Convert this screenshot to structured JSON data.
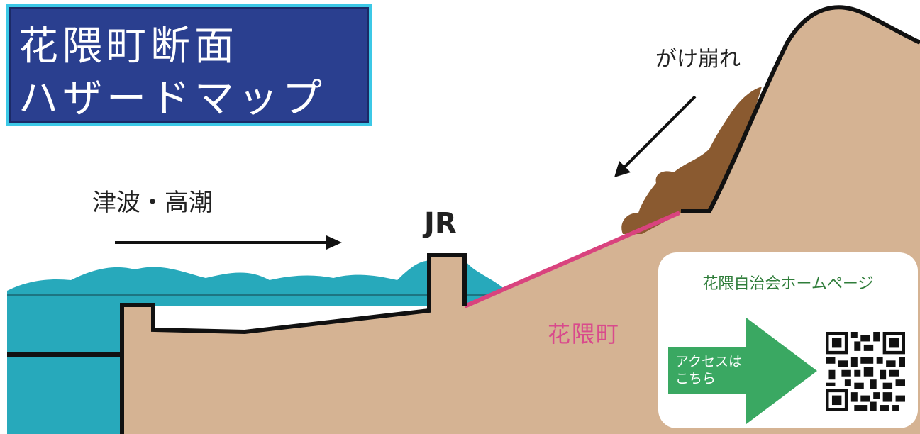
{
  "title": {
    "line1": "花隈町断面",
    "line2": "ハザードマップ"
  },
  "labels": {
    "tsunami": "津波・高潮",
    "landslide": "がけ崩れ",
    "railway": "JR",
    "town": "花隈町"
  },
  "access_panel": {
    "title": "花隈自治会ホームページ",
    "arrow_text_line1": "アクセスは",
    "arrow_text_line2": "こちら",
    "qr_icon": "qr-code-icon"
  },
  "colors": {
    "sea": "#27a9bb",
    "ground": "#d5b393",
    "slope_highlight": "#d9437e",
    "rubble": "#8a5a30",
    "title_bg": "#2a3f8f",
    "title_border": "#3cc8e6",
    "arrow_green": "#3aa862",
    "panel_text": "#2f7d3a"
  }
}
